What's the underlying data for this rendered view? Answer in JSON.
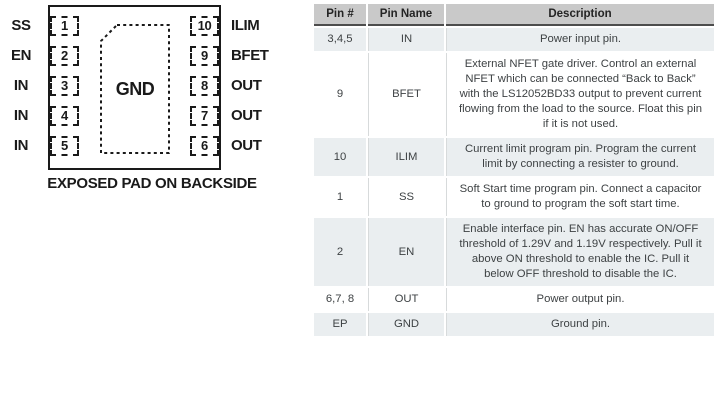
{
  "diagram": {
    "pad_label": "GND",
    "caption": "EXPOSED PAD ON BACKSIDE",
    "left_pins": [
      {
        "num": "1",
        "label": "SS"
      },
      {
        "num": "2",
        "label": "EN"
      },
      {
        "num": "3",
        "label": "IN"
      },
      {
        "num": "4",
        "label": "IN"
      },
      {
        "num": "5",
        "label": "IN"
      }
    ],
    "right_pins": [
      {
        "num": "10",
        "label": "ILIM"
      },
      {
        "num": "9",
        "label": "BFET"
      },
      {
        "num": "8",
        "label": "OUT"
      },
      {
        "num": "7",
        "label": "OUT"
      },
      {
        "num": "6",
        "label": "OUT"
      }
    ]
  },
  "table": {
    "headers": [
      "Pin #",
      "Pin Name",
      "Description"
    ],
    "rows": [
      {
        "pin": "3,4,5",
        "name": "IN",
        "desc": "Power input pin."
      },
      {
        "pin": "9",
        "name": "BFET",
        "desc": "External NFET gate driver. Control an external NFET which can be connected “Back to Back” with the LS12052BD33 output to prevent current flowing from the load to the source. Float this pin if it is not used."
      },
      {
        "pin": "10",
        "name": "ILIM",
        "desc": "Current limit program pin. Program the current limit by connecting a resister to ground."
      },
      {
        "pin": "1",
        "name": "SS",
        "desc": "Soft Start time program pin. Connect a capacitor to ground to program the soft start time."
      },
      {
        "pin": "2",
        "name": "EN",
        "desc": "Enable interface pin. EN has accurate ON/OFF threshold of 1.29V and 1.19V respectively. Pull it above ON threshold to enable the IC. Pull it below OFF threshold to disable the IC."
      },
      {
        "pin": "6,7, 8",
        "name": "OUT",
        "desc": "Power output pin."
      },
      {
        "pin": "EP",
        "name": "GND",
        "desc": "Ground pin."
      }
    ]
  },
  "colors": {
    "header_bg": "#c9c9c9",
    "row_tint": "#eaeef0",
    "header_rule": "#4d4d4d",
    "grid_line": "#d7dadb",
    "diagram_ink": "#1a1a1a",
    "body_text": "#3e4244"
  }
}
